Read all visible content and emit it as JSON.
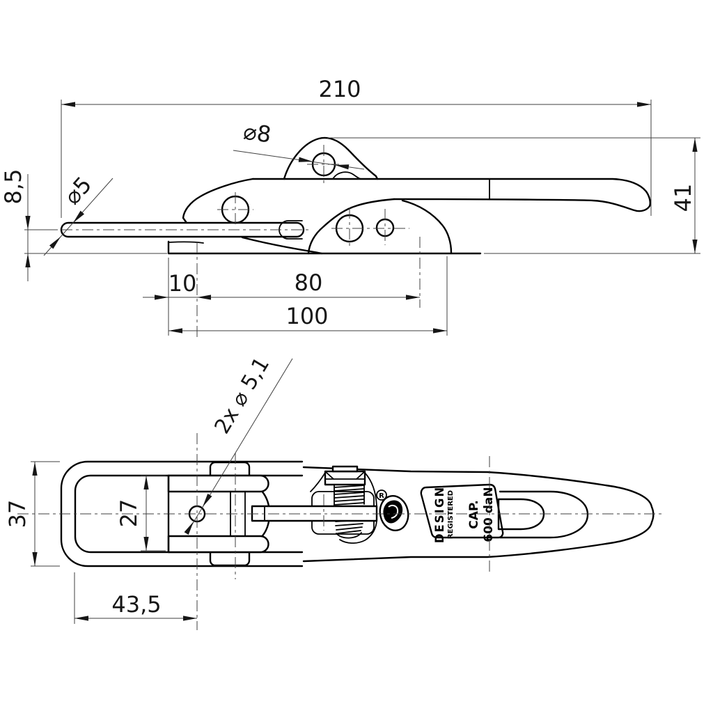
{
  "drawing": {
    "dimensions": {
      "overall_length": "210",
      "hook_hole_diameter": "⌀8",
      "rod_diameter": "⌀5",
      "rod_center_height": "8,5",
      "overall_height": "41",
      "hole_edge_offset": "10",
      "hole_spacing": "80",
      "base_length": "100",
      "mounting_holes": "2x ⌀ 5,1",
      "body_width": "37",
      "bracket_inner_width": "27",
      "loop_length": "43,5"
    },
    "markings": {
      "design_line1": "DESIGN",
      "design_line2": "REGISTERED",
      "capacity_line1": "CAP.",
      "capacity_line2": "600 daN",
      "registered_mark": "R"
    }
  }
}
